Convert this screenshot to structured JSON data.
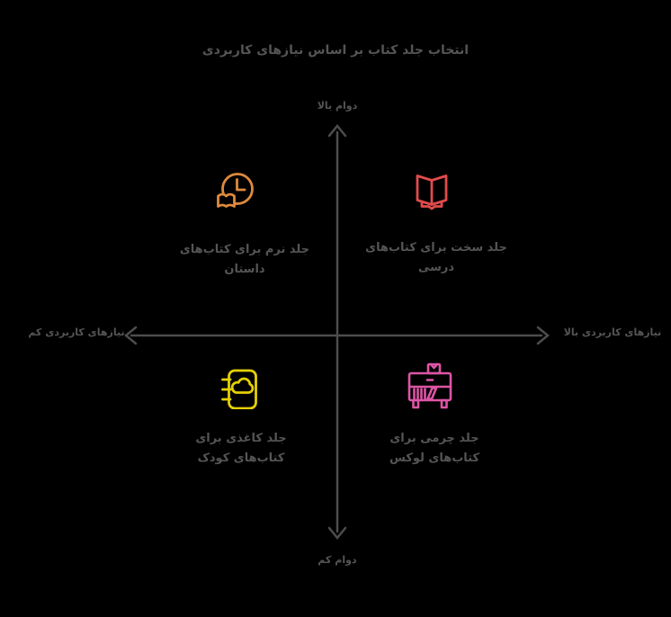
{
  "title": "انتخاب جلد کتاب بر اساس نیازهای کاربردی",
  "colors": {
    "background": "#000000",
    "text": "#555555",
    "axis": "#4d4d4d",
    "orange": "#de8a3c",
    "red": "#e14b4b",
    "yellow": "#e4d004",
    "pink": "#dd55a5"
  },
  "axes": {
    "vertical": {
      "top_label": "دوام بالا",
      "bottom_label": "دوام کم"
    },
    "horizontal": {
      "left_label": "نیازهای کاربردی کم",
      "right_label": "نیازهای کاربردی بالا"
    }
  },
  "quadrants": [
    {
      "position": "top-left",
      "icon": "reading-time-clock-book-icon",
      "color": "#de8a3c",
      "line1": "جلد نرم برای کتاب‌های",
      "line2": "داستان"
    },
    {
      "position": "top-right",
      "icon": "open-book-icon",
      "color": "#e14b4b",
      "line1": "جلد سخت برای کتاب‌های",
      "line2": "درسی"
    },
    {
      "position": "bottom-left",
      "icon": "spiral-notebook-icon",
      "color": "#e4d004",
      "line1": "جلد کاغذی برای",
      "line2": "کتاب‌های کودک"
    },
    {
      "position": "bottom-right",
      "icon": "book-cabinet-icon",
      "color": "#dd55a5",
      "line1": "جلد چرمی برای",
      "line2": "کتاب‌های لوکس"
    }
  ]
}
